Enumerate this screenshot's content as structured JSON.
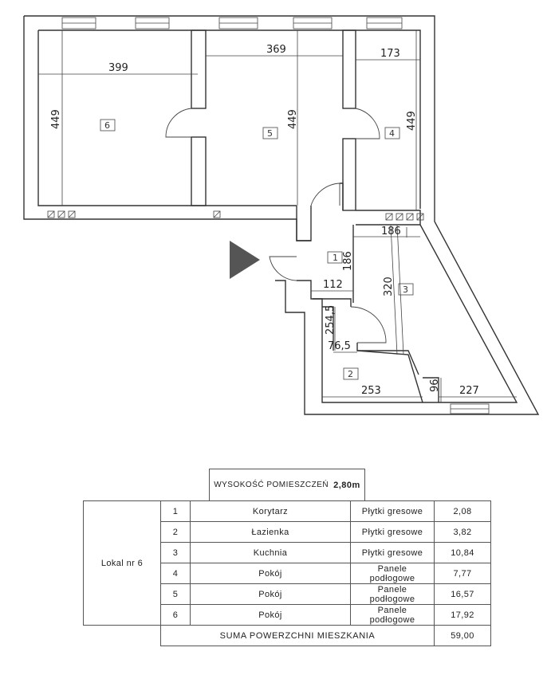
{
  "plan": {
    "dimensions": {
      "d399": "399",
      "d369": "369",
      "d173": "173",
      "d449a": "449",
      "d449b": "449",
      "d449c": "449",
      "d186h": "186",
      "d186v": "186",
      "d112": "112",
      "d320": "320",
      "d2545": "254,5",
      "d765": "76,5",
      "d253": "253",
      "d96": "96",
      "d227": "227"
    },
    "room_tags": {
      "r1": "1",
      "r2": "2",
      "r3": "3",
      "r4": "4",
      "r5": "5",
      "r6": "6"
    }
  },
  "height_box": {
    "label": "WYSOKOŚĆ POMIESZCZEŃ",
    "value": "2,80m"
  },
  "table": {
    "lokal": "Lokal nr 6",
    "rows": [
      {
        "nr": "1",
        "name": "Korytarz",
        "material": "Płytki gresowe",
        "area": "2,08"
      },
      {
        "nr": "2",
        "name": "Łazienka",
        "material": "Płytki gresowe",
        "area": "3,82"
      },
      {
        "nr": "3",
        "name": "Kuchnia",
        "material": "Płytki gresowe",
        "area": "10,84"
      },
      {
        "nr": "4",
        "name": "Pokój",
        "material": "Panele podłogowe",
        "area": "7,77"
      },
      {
        "nr": "5",
        "name": "Pokój",
        "material": "Panele podłogowe",
        "area": "16,57"
      },
      {
        "nr": "6",
        "name": "Pokój",
        "material": "Panele podłogowe",
        "area": "17,92"
      }
    ],
    "sum_label": "SUMA POWERZCHNI MIESZKANIA",
    "sum_value": "59,00"
  }
}
